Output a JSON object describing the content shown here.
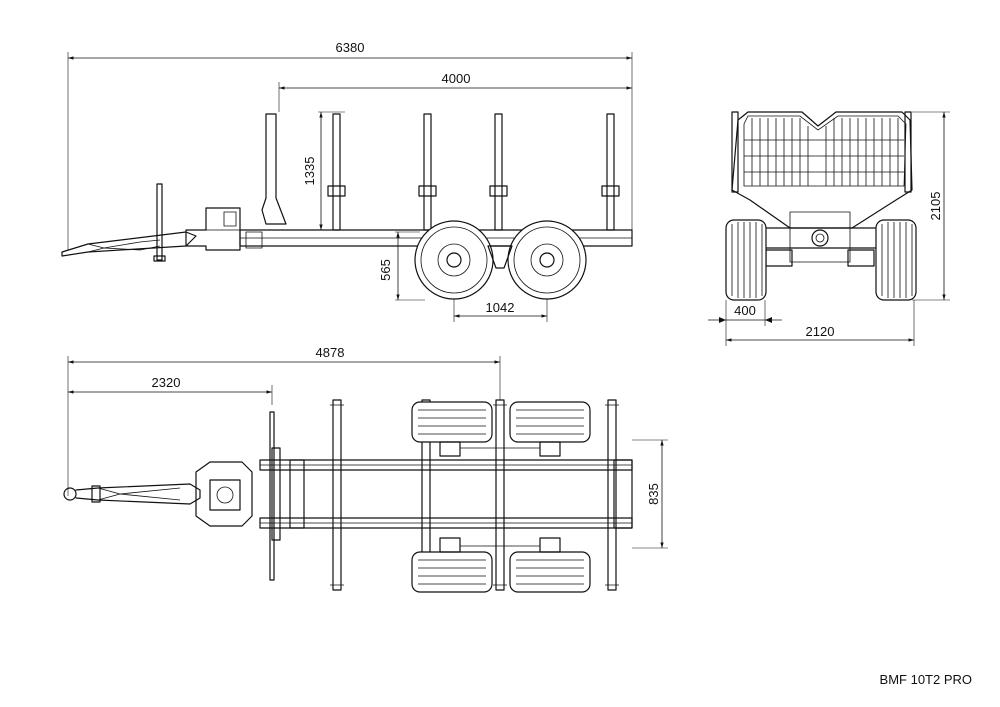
{
  "drawing": {
    "model_label": "BMF 10T2 PRO",
    "dimensions": {
      "overall_length": "6380",
      "bed_length": "4000",
      "stake_height": "1335",
      "ground_clearance": "565",
      "axle_spacing": "1042",
      "wheel_width": "400",
      "overall_width": "2120",
      "overall_height": "2105",
      "plan_length": "4878",
      "drawbar_length": "2320",
      "frame_width": "835"
    }
  }
}
